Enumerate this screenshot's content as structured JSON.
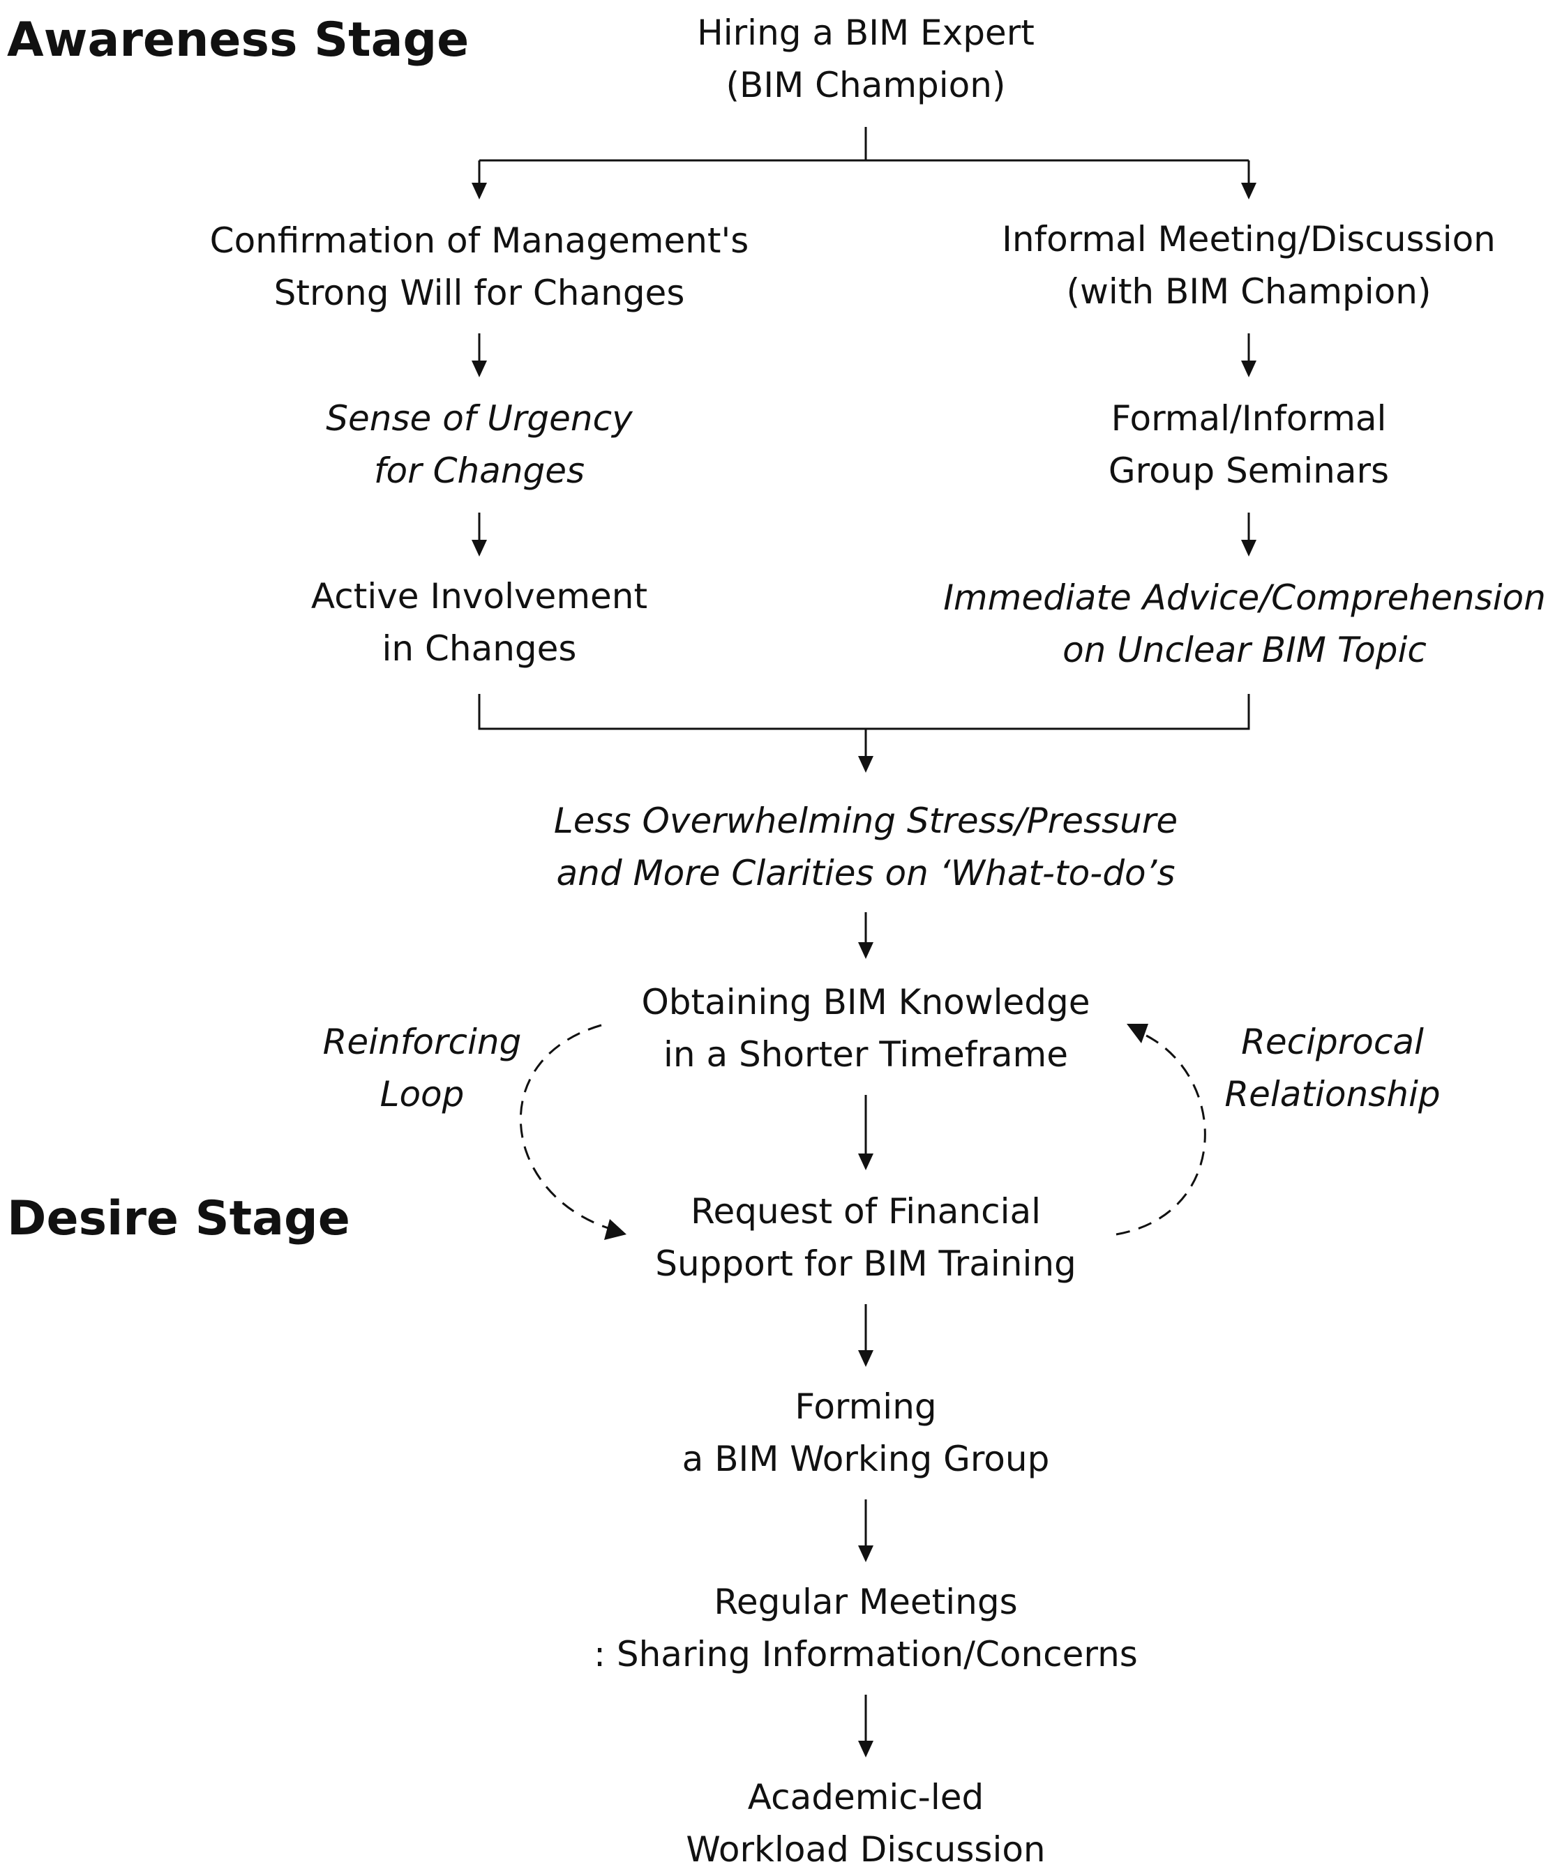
{
  "stages": {
    "awareness": "Awareness Stage",
    "desire": "Desire Stage"
  },
  "nodes": {
    "hiring": {
      "line1": "Hiring a BIM Expert",
      "line2": "(BIM Champion)"
    },
    "confirmation": {
      "line1": "Confirmation of Management's",
      "line2": "Strong Will for Changes"
    },
    "informal_meeting": {
      "line1": "Informal Meeting/Discussion",
      "line2": "(with BIM Champion)"
    },
    "urgency": {
      "line1": "Sense of Urgency",
      "line2": "for Changes"
    },
    "seminars": {
      "line1": "Formal/Informal",
      "line2": "Group Seminars"
    },
    "involvement": {
      "line1": "Active Involvement",
      "line2": "in Changes"
    },
    "advice": {
      "line1": "Immediate Advice/Comprehension",
      "line2": "on Unclear BIM Topic"
    },
    "less_stress": {
      "line1": "Less Overwhelming Stress/Pressure",
      "line2": "and More Clarities on ‘What-to-do’s"
    },
    "knowledge": {
      "line1": "Obtaining BIM Knowledge",
      "line2": "in a Shorter Timeframe"
    },
    "financial": {
      "line1": "Request of Financial",
      "line2": "Support for BIM Training"
    },
    "working_group": {
      "line1": "Forming",
      "line2": "a BIM Working Group"
    },
    "meetings": {
      "line1": "Regular Meetings",
      "line2": ": Sharing Information/Concerns"
    },
    "workload": {
      "line1": "Academic-led",
      "line2": "Workload Discussion"
    }
  },
  "loops": {
    "reinforcing": {
      "line1": "Reinforcing",
      "line2": "Loop"
    },
    "reciprocal": {
      "line1": "Reciprocal",
      "line2": "Relationship"
    }
  }
}
